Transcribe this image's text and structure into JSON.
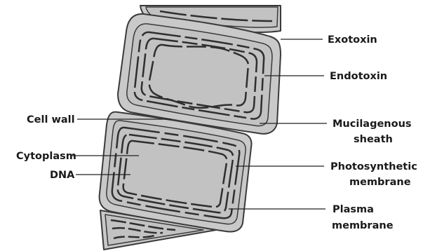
{
  "labels": {
    "exotoxin": "Exotoxin",
    "endotoxin": "Endotoxin",
    "cell_wall": "Cell wall",
    "mucilagenous_sheath_1": "Mucilagenous",
    "mucilagenous_sheath_2": "sheath",
    "cytoplasm": "Cytoplasm",
    "dna": "DNA",
    "photosynthetic_membrane_1": "Photosynthetic",
    "photosynthetic_membrane_2": "membrane",
    "plasma_membrane_1": "Plasma",
    "plasma_membrane_2": "membrane"
  },
  "colors": {
    "sheath_fill": "#c9c9c9",
    "cell_fill": "#c2c2c2",
    "outline": "#3a3a3a",
    "membrane": "#2f2f2f",
    "leader_line": "#222222",
    "text": "#1a1a1a"
  }
}
